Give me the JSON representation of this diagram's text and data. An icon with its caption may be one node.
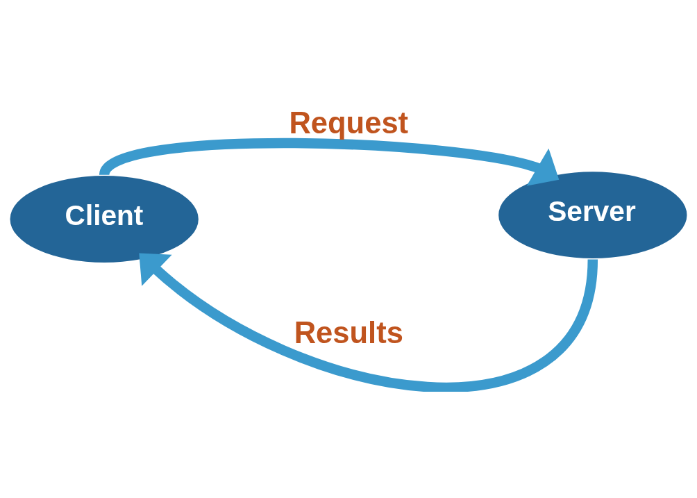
{
  "diagram": {
    "nodes": [
      {
        "text": [
          "Client"
        ]
      },
      {
        "text": [
          "Server"
        ]
      }
    ],
    "edges": [
      {
        "from": 0,
        "to": 1,
        "arrow": "to",
        "label": "Request"
      },
      {
        "from": 1,
        "to": 0,
        "arrow": "to",
        "label": "Results"
      }
    ]
  }
}
